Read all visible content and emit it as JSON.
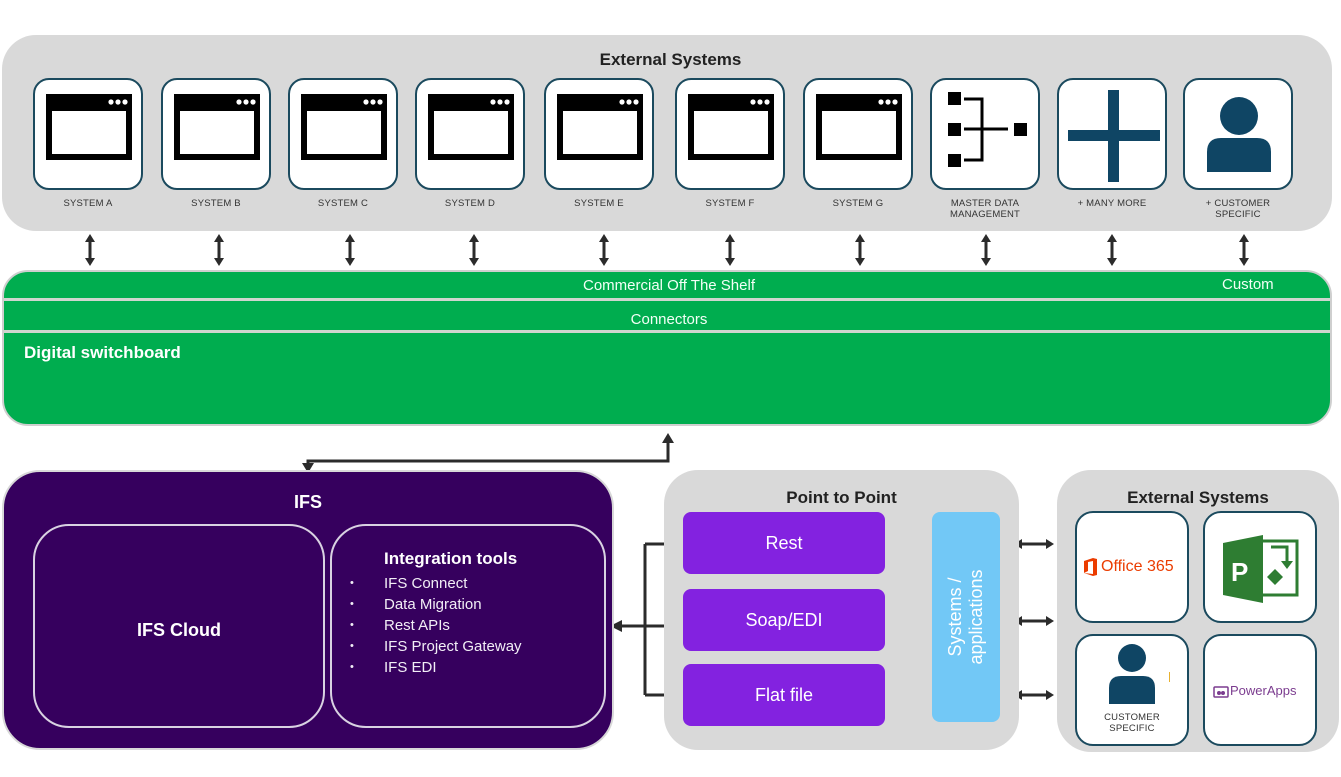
{
  "top_panel": {
    "title": "External Systems",
    "systems": [
      {
        "label": "SYSTEM A",
        "icon": "app-window-icon"
      },
      {
        "label": "SYSTEM B",
        "icon": "app-window-icon"
      },
      {
        "label": "SYSTEM C",
        "icon": "app-window-icon"
      },
      {
        "label": "SYSTEM D",
        "icon": "app-window-icon"
      },
      {
        "label": "SYSTEM E",
        "icon": "app-window-icon"
      },
      {
        "label": "SYSTEM F",
        "icon": "app-window-icon"
      },
      {
        "label": "SYSTEM G",
        "icon": "app-window-icon"
      },
      {
        "label": "MASTER DATA MANAGEMENT",
        "line1": "MASTER DATA",
        "line2": "MANAGEMENT",
        "icon": "hierarchy-icon"
      },
      {
        "label": "+ MANY MORE",
        "icon": "plus-icon"
      },
      {
        "label": "+ CUSTOMER SPECIFIC",
        "line1": "+ CUSTOMER",
        "line2": "SPECIFIC",
        "icon": "person-icon"
      }
    ]
  },
  "switchboard": {
    "cots_label": "Commercial Off The Shelf",
    "custom_label": "Custom",
    "connectors_label": "Connectors",
    "title": "Digital switchboard"
  },
  "ifs": {
    "title": "IFS",
    "cloud_label": "IFS Cloud",
    "integration_title": "Integration tools",
    "integration_items": [
      "IFS Connect",
      "Data Migration",
      "Rest APIs",
      "IFS Project Gateway",
      "IFS EDI"
    ]
  },
  "point_to_point": {
    "title": "Point to Point",
    "methods": [
      "Rest",
      "Soap/EDI",
      "Flat file"
    ],
    "systems_label_line1": "Systems /",
    "systems_label_line2": "applications"
  },
  "external_bottom": {
    "title": "External Systems",
    "tiles": [
      {
        "label": "Office 365",
        "icon": "office365-icon"
      },
      {
        "label": "Microsoft Project",
        "icon": "ms-project-icon"
      },
      {
        "label": "CUSTOMER SPECIFIC",
        "line1": "CUSTOMER",
        "line2": "SPECIFIC",
        "icon": "person-icon"
      },
      {
        "label": "PowerApps",
        "icon": "powerapps-icon"
      }
    ]
  },
  "colors": {
    "panel_gray": "#d9d9d9",
    "switchboard_green": "#00ad4f",
    "ifs_purple": "#36005e",
    "method_purple": "#8322e0",
    "systems_blue": "#72c8f6",
    "icon_navy": "#1b4a5e",
    "office_orange": "#eb3c00",
    "project_green": "#2e7d32",
    "powerapps_purple": "#7b3c8f"
  }
}
